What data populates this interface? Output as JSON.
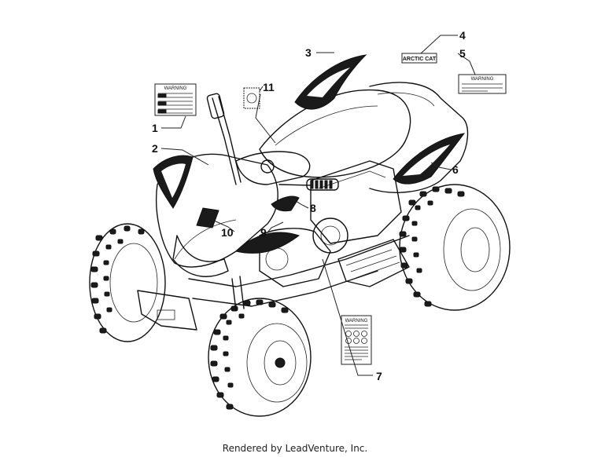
{
  "callouts": [
    {
      "id": "c1",
      "label": "1"
    },
    {
      "id": "c2",
      "label": "2"
    },
    {
      "id": "c3",
      "label": "3"
    },
    {
      "id": "c4",
      "label": "4"
    },
    {
      "id": "c5",
      "label": "5"
    },
    {
      "id": "c6",
      "label": "6"
    },
    {
      "id": "c7",
      "label": "7"
    },
    {
      "id": "c8",
      "label": "8"
    },
    {
      "id": "c9",
      "label": "9"
    },
    {
      "id": "c10",
      "label": "10"
    },
    {
      "id": "c11",
      "label": "11"
    }
  ],
  "decals": {
    "brand_decal": "ARCTIC CAT",
    "warning_header": "WARNING"
  },
  "footer": {
    "text": "Rendered by LeadVenture, Inc."
  }
}
